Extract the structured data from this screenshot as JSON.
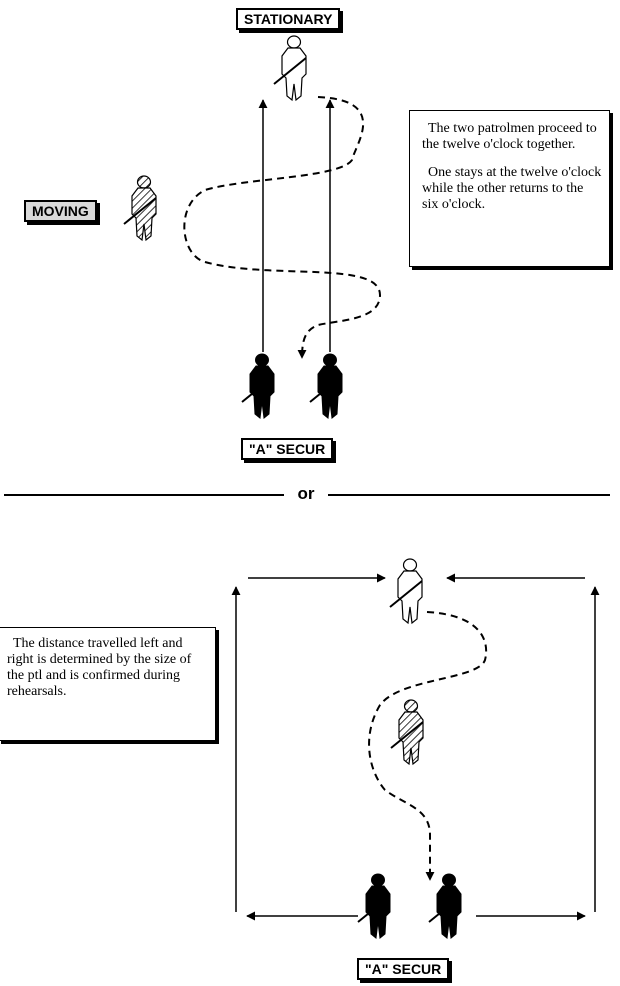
{
  "top_section": {
    "stationary_label": "STATIONARY",
    "moving_label": "MOVING",
    "secur_label": "\"A\" SECUR",
    "note_p1": "The two patrolmen proceed to the twelve o'clock together.",
    "note_p2": "One stays at the twelve o'clock while the other returns to the six o'clock."
  },
  "divider": {
    "text": "or"
  },
  "bottom_section": {
    "note": "The distance travelled left and right is determined by the size of the ptl and is confirmed during rehearsals.",
    "secur_label": "\"A\" SECUR"
  }
}
